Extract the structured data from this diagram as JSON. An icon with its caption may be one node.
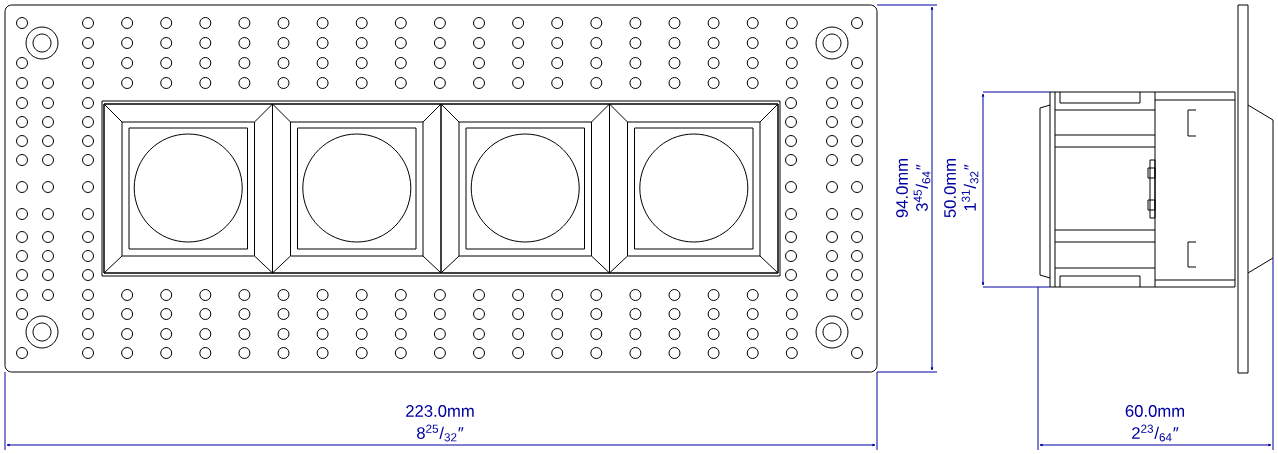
{
  "diagram": {
    "labels": [
      "223.0mm",
      "8$^{25}$/$_{32}$″",
      "94.0mm",
      "3$^{45}$/$_{64}$″",
      "50.0mm",
      "1$^{31}$/$_{32}$″",
      "60.0mm",
      "2$^{23}$/$_{64}$″"
    ]
  }
}
